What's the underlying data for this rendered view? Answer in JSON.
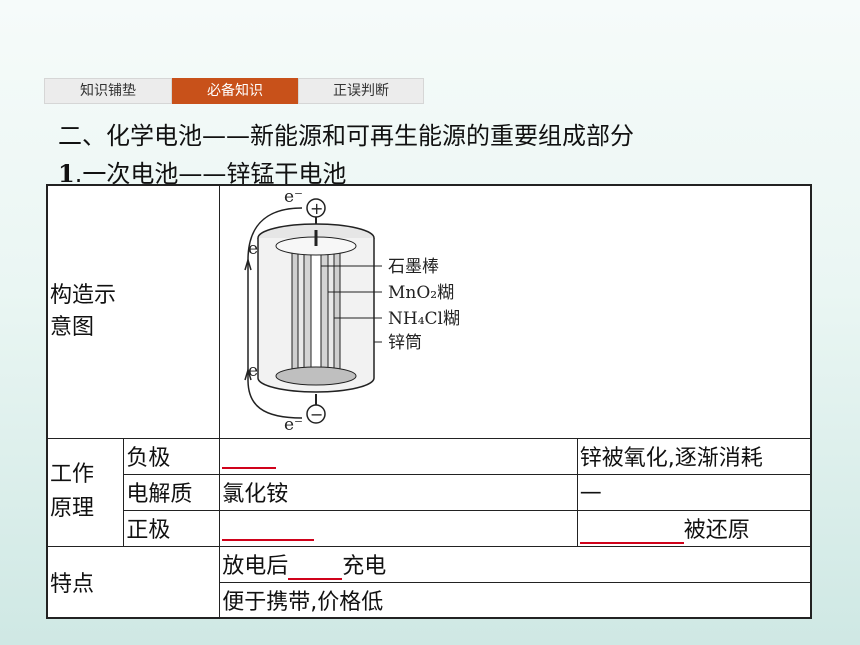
{
  "tabs": [
    {
      "label": "知识铺垫",
      "active": false
    },
    {
      "label": "必备知识",
      "active": true
    },
    {
      "label": "正误判断",
      "active": false
    }
  ],
  "headings": {
    "section": "二、化学电池——新能源和可再生能源的重要组成部分",
    "subsection_num": "1",
    "subsection_text": ".一次电池——锌锰干电池"
  },
  "table": {
    "row1_label": "构造示意图",
    "diagram": {
      "electron_label": "e⁻",
      "positive": "+",
      "negative": "−",
      "labels": [
        "石墨棒",
        "MnO₂糊",
        "NH₄Cl糊",
        "锌筒"
      ]
    },
    "work_principle_label": "工作原理",
    "negative_label": "负极",
    "negative_desc": "锌被氧化,逐渐消耗",
    "electrolyte_label": "电解质",
    "electrolyte_value": "氯化铵",
    "electrolyte_desc": "—",
    "positive_label": "正极",
    "positive_desc_suffix": "被还原",
    "feature_label": "特点",
    "feature1_prefix": "放电后",
    "feature1_suffix": "充电",
    "feature2": "便于携带,价格低"
  }
}
